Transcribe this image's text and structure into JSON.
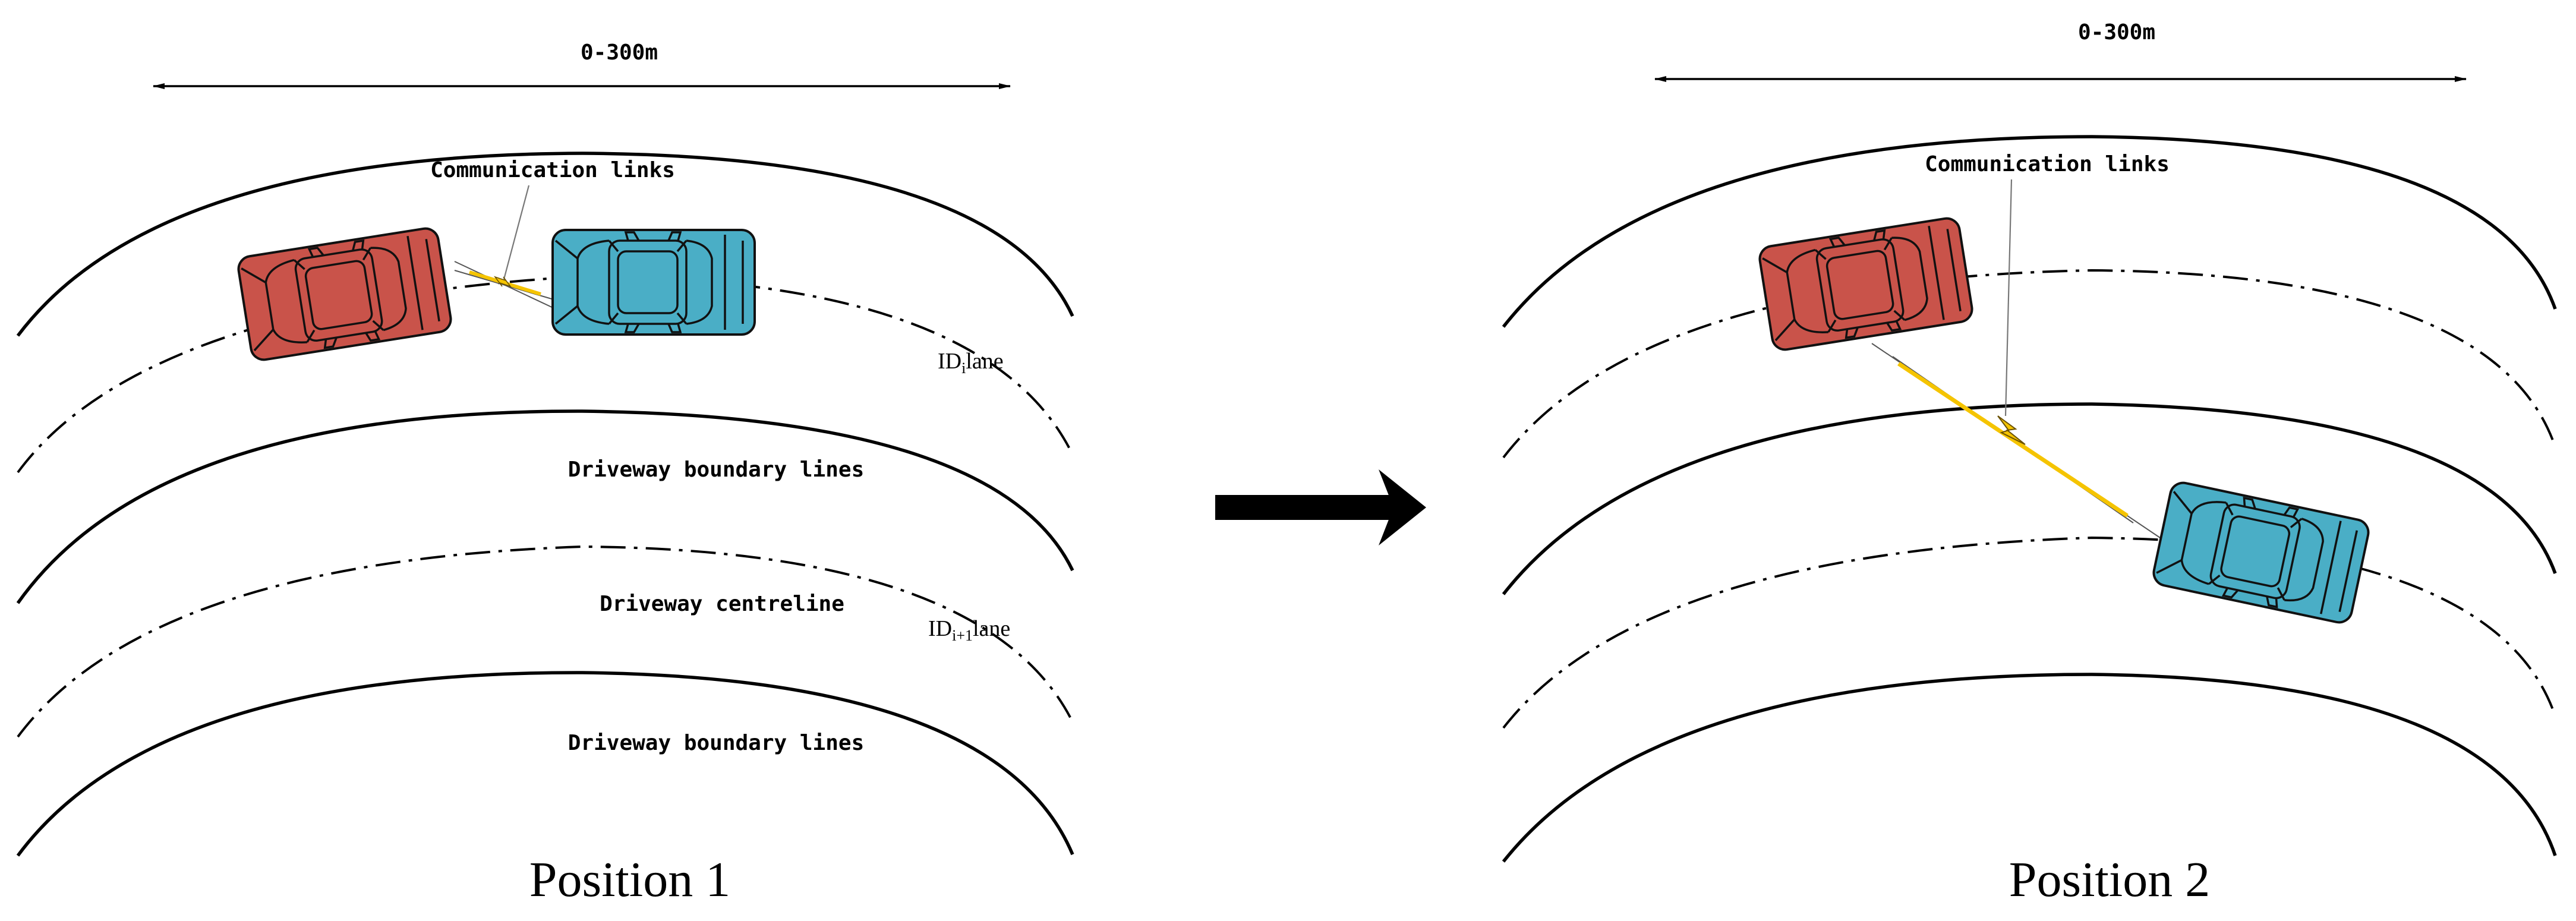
{
  "range_label_left": "0-300m",
  "range_label_right": "0-300m",
  "comm_label_left": "Communication links",
  "comm_label_right": "Communication links",
  "boundary_label_top": "Driveway boundary lines",
  "centreline_label": "Driveway centreline",
  "boundary_label_bottom": "Driveway boundary lines",
  "lane_i_label": {
    "prefix": "ID",
    "sub": "i",
    "suffix": "lane"
  },
  "lane_i1_label": {
    "prefix": "ID",
    "sub": "i+1",
    "suffix": "lane"
  },
  "position1_caption": "Position 1",
  "position2_caption": "Position 2",
  "colors": {
    "red_car": "#c9534a",
    "blue_car": "#4aaec6",
    "link": "#f5c400",
    "line": "#000000"
  }
}
